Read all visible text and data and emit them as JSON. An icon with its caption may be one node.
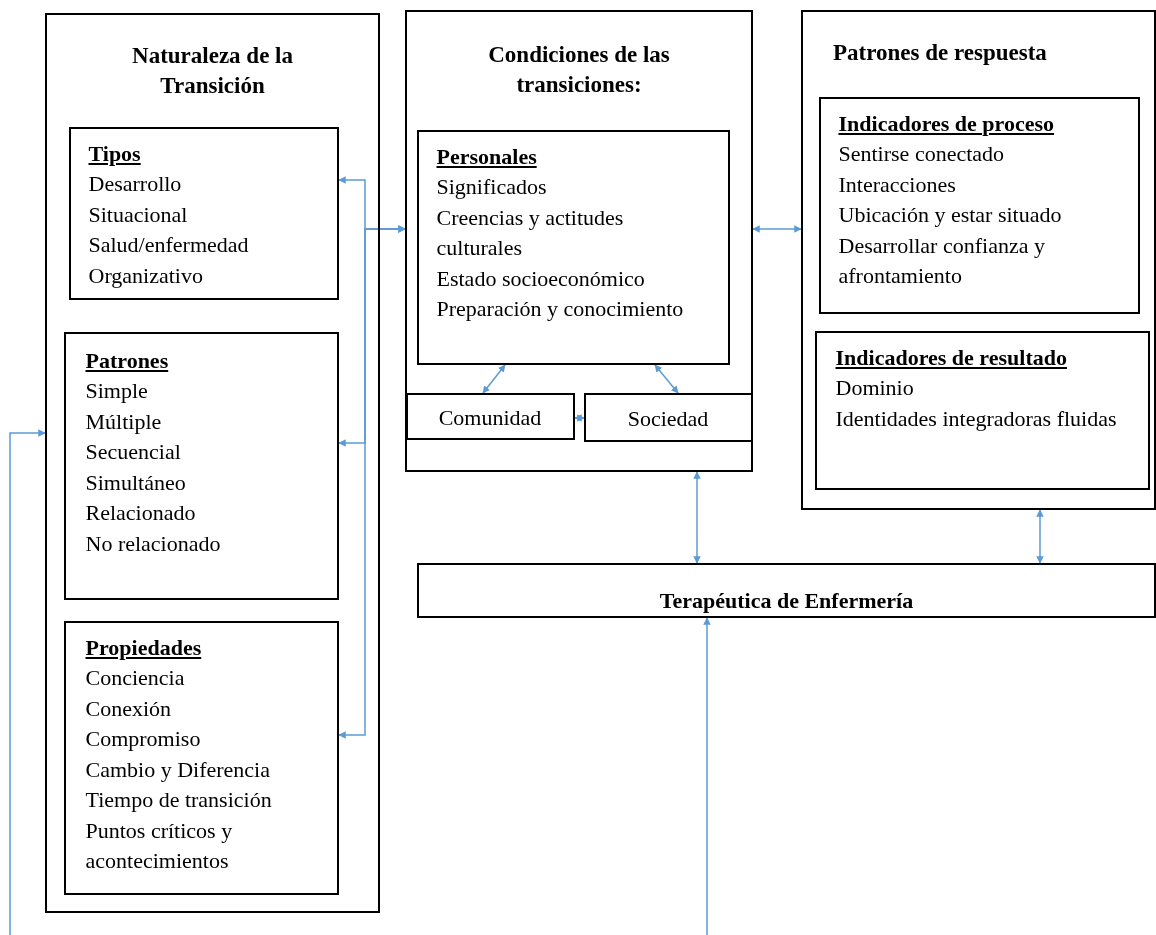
{
  "diagram": {
    "nodes": [
      {
        "text": [
          "Naturaleza de la Transición"
        ]
      },
      {
        "text": [
          "Tipos",
          "Desarrollo",
          "Situacional",
          "Salud/enfermedad",
          "Organizativo"
        ],
        "in": 0
      },
      {
        "text": [
          "Patrones",
          "Simple",
          "Múltiple",
          "Secuencial",
          "Simultáneo",
          "Relacionado",
          "No relacionado"
        ],
        "in": 0
      },
      {
        "text": [
          "Propiedades",
          "Conciencia",
          "Conexión",
          "Compromiso",
          "Cambio y Diferencia",
          "Tiempo de transición",
          "Puntos críticos y acontecimientos"
        ],
        "in": 0
      },
      {
        "text": [
          "Condiciones de las transiciones:"
        ]
      },
      {
        "text": [
          "Personales",
          "Significados",
          "Creencias y actitudes culturales",
          "Estado socioeconómico",
          "Preparación y conocimiento"
        ],
        "in": 4
      },
      {
        "text": [
          "Comunidad"
        ],
        "in": 4
      },
      {
        "text": [
          "Sociedad"
        ],
        "in": 4
      },
      {
        "text": [
          "Patrones de respuesta"
        ]
      },
      {
        "text": [
          "Indicadores de proceso",
          "Sentirse conectado",
          "Interacciones",
          "Ubicación y estar situado",
          "Desarrollar confianza y afrontamiento"
        ],
        "in": 8
      },
      {
        "text": [
          "Indicadores de resultado",
          "Dominio",
          "Identidades integradoras fluidas"
        ],
        "in": 8
      },
      {
        "text": [
          "Terapéutica de Enfermería"
        ]
      }
    ],
    "edges": [
      {
        "from": 4,
        "to": 1,
        "arrow": "both"
      },
      {
        "from": 4,
        "to": 2,
        "arrow": "both"
      },
      {
        "from": 4,
        "to": 3,
        "arrow": "both"
      },
      {
        "from": 4,
        "to": 8,
        "arrow": "both"
      },
      {
        "from": 5,
        "to": 6,
        "arrow": "both"
      },
      {
        "from": 5,
        "to": 7,
        "arrow": "both"
      },
      {
        "from": 6,
        "to": 7,
        "arrow": "both"
      },
      {
        "from": 4,
        "to": 11,
        "arrow": "both"
      },
      {
        "from": 8,
        "to": 11,
        "arrow": "both"
      },
      {
        "from": null,
        "to": 11,
        "arrow": "to"
      },
      {
        "from": null,
        "to": 0,
        "arrow": "to"
      }
    ]
  }
}
